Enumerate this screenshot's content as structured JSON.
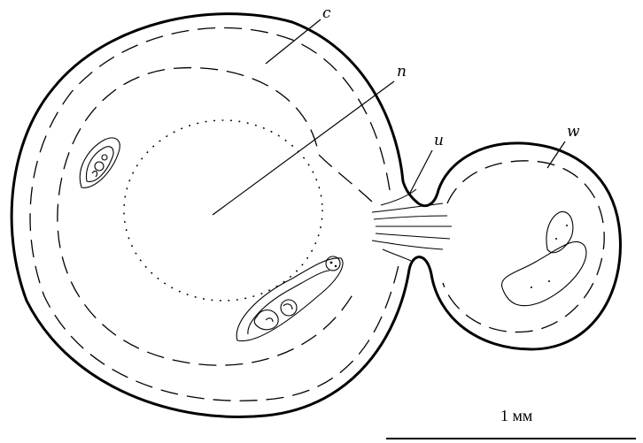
{
  "labels": {
    "c": "c",
    "n": "n",
    "u": "u",
    "w": "w"
  },
  "scale_bar": {
    "text": "1 мм"
  }
}
